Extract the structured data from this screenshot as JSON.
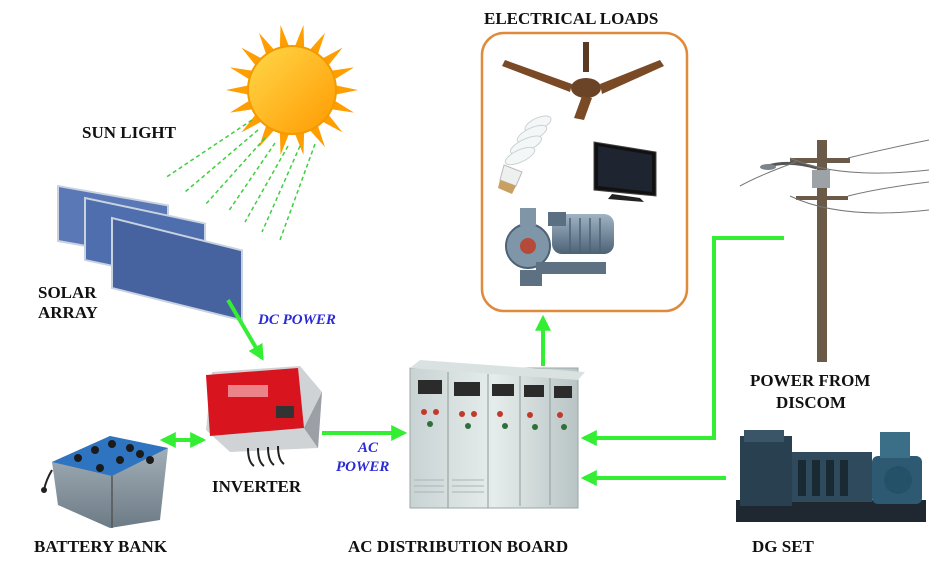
{
  "labels": {
    "sun_light": "SUN LIGHT",
    "solar_array_line1": "SOLAR",
    "solar_array_line2": "ARRAY",
    "dc_power": "DC POWER",
    "inverter": "INVERTER",
    "ac_power_line1": "AC",
    "ac_power_line2": "POWER",
    "battery_bank": "BATTERY BANK",
    "ac_distribution_board": "AC DISTRIBUTION BOARD",
    "electrical_loads": "ELECTRICAL LOADS",
    "power_from_discom_line1": "POWER FROM",
    "power_from_discom_line2": "DISCOM",
    "dg_set": "DG SET"
  },
  "icons": [
    "sun-icon",
    "solar-panel-icon",
    "inverter-icon",
    "battery-icon",
    "distribution-board-icon",
    "ceiling-fan-icon",
    "cfl-bulb-icon",
    "tv-icon",
    "water-pump-icon",
    "utility-pole-icon",
    "generator-icon"
  ],
  "colors": {
    "arrow": "#33ee33",
    "loads_frame": "#e08a3c",
    "flow_text": "#2a2ad6",
    "sun": "#ffb300",
    "panel": "#4a67a8",
    "inverter": "#d8141e"
  }
}
